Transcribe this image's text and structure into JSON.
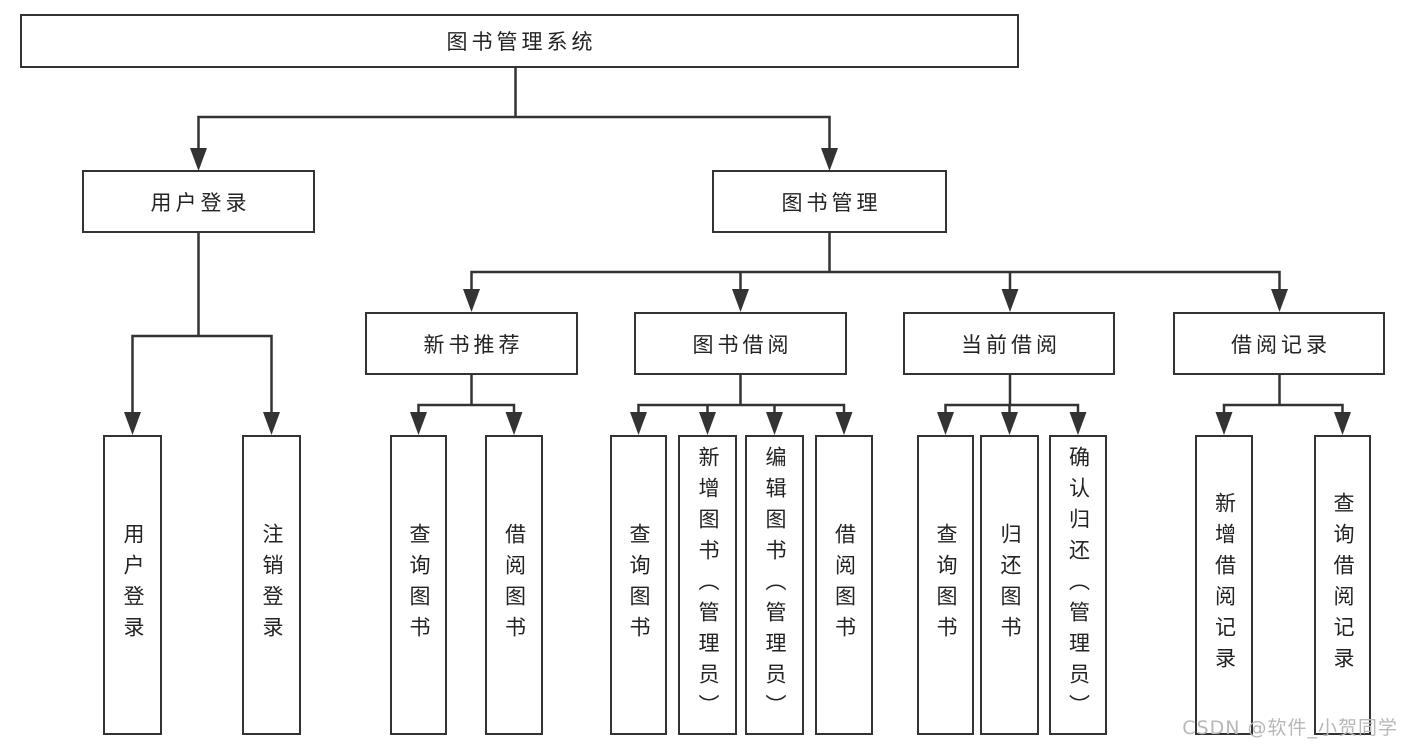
{
  "diagram": {
    "root": {
      "label": "图书管理系统"
    },
    "user_login_branch": {
      "label": "用户登录",
      "children": [
        {
          "label": "用户登录"
        },
        {
          "label": "注销登录"
        }
      ]
    },
    "book_mgmt_branch": {
      "label": "图书管理",
      "sections": [
        {
          "label": "新书推荐",
          "children": [
            {
              "label": "查询图书"
            },
            {
              "label": "借阅图书"
            }
          ]
        },
        {
          "label": "图书借阅",
          "children": [
            {
              "label": "查询图书"
            },
            {
              "label": "新增图书（管理员）"
            },
            {
              "label": "编辑图书（管理员）"
            },
            {
              "label": "借阅图书"
            }
          ]
        },
        {
          "label": "当前借阅",
          "children": [
            {
              "label": "查询图书"
            },
            {
              "label": "归还图书"
            },
            {
              "label": "确认归还（管理员）"
            }
          ]
        },
        {
          "label": "借阅记录",
          "children": [
            {
              "label": "新增借阅记录"
            },
            {
              "label": "查询借阅记录"
            }
          ]
        }
      ]
    },
    "watermark": "CSDN @软件_小贺同学",
    "colors": {
      "line": "#333333",
      "text": "#232323",
      "watermark": "#b8b8b8",
      "background": "#ffffff"
    }
  }
}
